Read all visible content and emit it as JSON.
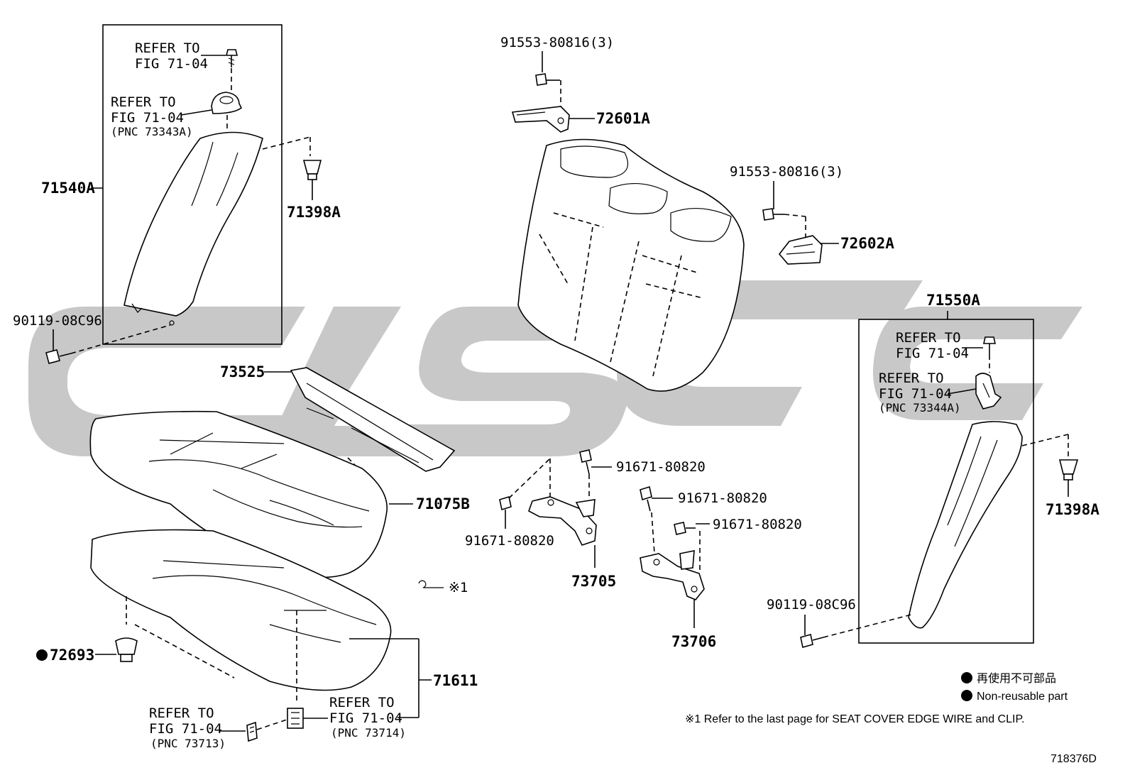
{
  "watermark": {
    "text": "CLS",
    "color": "#c8c8c8"
  },
  "colors": {
    "line": "#000000",
    "background": "#ffffff"
  },
  "labels": {
    "p71540A": "71540A",
    "p71398A_left": "71398A",
    "refer_top_screw_l1": "REFER TO",
    "refer_top_screw_l2": "FIG 71-04",
    "refer_top_cap_l1": "REFER TO",
    "refer_top_cap_l2": "FIG 71-04",
    "refer_top_cap_l3": "(PNC 73343A)",
    "bolt_left": "90119-08C96",
    "p73525": "73525",
    "p71075B": "71075B",
    "p71611": "71611",
    "p72693": "72693",
    "refer_bottom_left_l1": "REFER TO",
    "refer_bottom_left_l2": "FIG 71-04",
    "refer_bottom_left_l3": "(PNC 73713)",
    "refer_bottom_mid_l1": "REFER TO",
    "refer_bottom_mid_l2": "FIG 71-04",
    "refer_bottom_mid_l3": "(PNC 73714)",
    "bolt_top_center": "91553-80816(3)",
    "p72601A": "72601A",
    "bolt_right_upper": "91553-80816(3)",
    "p72602A": "72602A",
    "bolt_73705_top": "91671-80820",
    "bolt_73705_left": "91671-80820",
    "p73705": "73705",
    "bolt_73706_a": "91671-80820",
    "bolt_73706_b": "91671-80820",
    "p73706": "73706",
    "ref_mark": "※1",
    "p71550A": "71550A",
    "refer_right_screw_l1": "REFER TO",
    "refer_right_screw_l2": "FIG 71-04",
    "refer_right_cap_l1": "REFER TO",
    "refer_right_cap_l2": "FIG 71-04",
    "refer_right_cap_l3": "(PNC 73344A)",
    "p71398A_right": "71398A",
    "bolt_right_lower": "90119-08C96"
  },
  "legend": {
    "line1": "再使用不可部品",
    "line2": "Non-reusable part",
    "footnote": "※1  Refer to the last page for SEAT COVER EDGE WIRE and CLIP."
  },
  "figure_id": "718376D"
}
